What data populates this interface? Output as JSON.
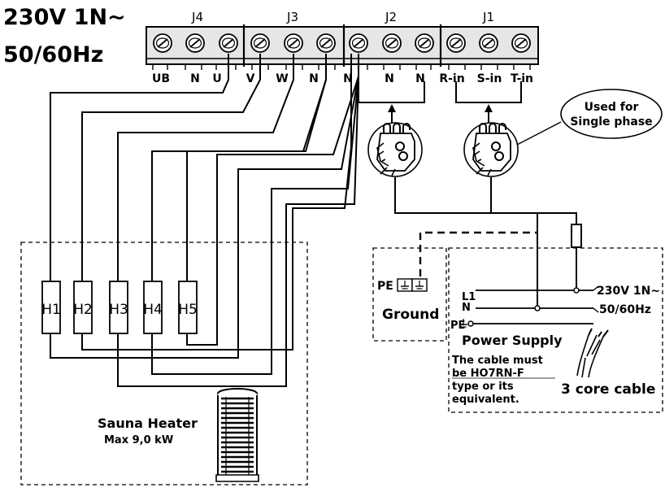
{
  "supply_title": {
    "line1": "230V 1N~",
    "line2": "50/60Hz"
  },
  "blocks": [
    {
      "id": "J4",
      "terminals": [
        "UB",
        "N",
        "U"
      ]
    },
    {
      "id": "J3",
      "terminals": [
        "V",
        "W",
        "N"
      ]
    },
    {
      "id": "J2",
      "terminals": [
        "N",
        "N",
        "N"
      ]
    },
    {
      "id": "J1",
      "terminals": [
        "R-in",
        "S-in",
        "T-in"
      ]
    }
  ],
  "callout": {
    "line1": "Used for",
    "line2": "Single phase"
  },
  "heater": {
    "elements": [
      "H1",
      "H2",
      "H3",
      "H4",
      "H5"
    ],
    "name": "Sauna Heater",
    "rating": "Max 9,0 kW"
  },
  "ground": {
    "pe_label": "PE",
    "label": "Ground"
  },
  "supply": {
    "l1": "L1",
    "n": "N",
    "pe": "PE",
    "voltage": "230V 1N~",
    "freq": "50/60Hz",
    "title": "Power Supply",
    "note": [
      "The cable must",
      "be HO7RN-F",
      "type or its",
      "equivalent."
    ],
    "cable_label": "3 core cable"
  },
  "colors": {
    "line": "#000000",
    "block_fill": "#e6e6e6",
    "background": "#ffffff"
  }
}
